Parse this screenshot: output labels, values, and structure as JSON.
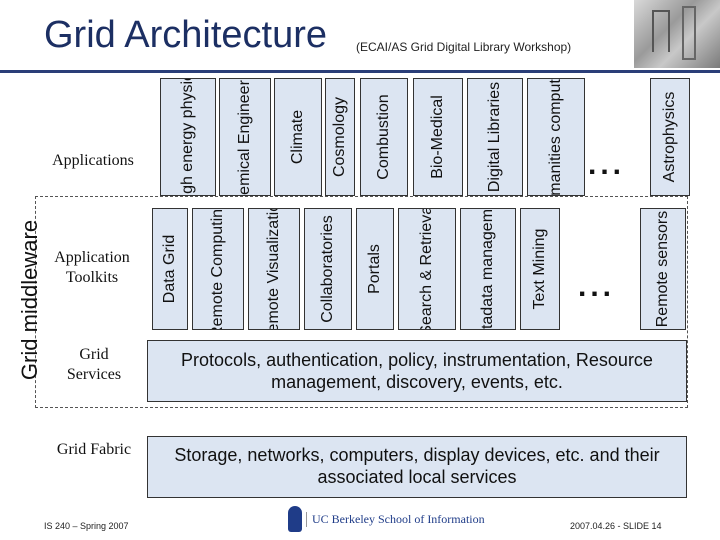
{
  "header": {
    "title": "Grid Architecture",
    "subtitle": "(ECAI/AS Grid Digital Library Workshop)"
  },
  "layers": {
    "applications": "Applications",
    "toolkits": "Application Toolkits",
    "services": "Grid Services",
    "fabric": "Grid Fabric",
    "middleware": "Grid middleware"
  },
  "applications": [
    "High energy physics",
    "Chemical Engineering",
    "Climate",
    "Cosmology",
    "Combustion",
    "Bio-Medical",
    "Digital Libraries",
    "Humanities computing",
    "Astrophysics"
  ],
  "toolkits": [
    "Data Grid",
    "Remote Computing",
    "Remote Visualization",
    "Collaboratories",
    "Portals",
    "Search & Retrieval",
    "Metadata management",
    "Text Mining",
    "Remote sensors"
  ],
  "ellipsis": "...",
  "services_text": "Protocols, authentication, policy, instrumentation, Resource management, discovery, events, etc.",
  "fabric_text": "Storage, networks, computers, display devices, etc. and their associated local services",
  "footer": {
    "course": "IS 240 – Spring 2007",
    "logo_text": "UC Berkeley School of Information",
    "slide": "2007.04.26 - SLIDE 14"
  }
}
